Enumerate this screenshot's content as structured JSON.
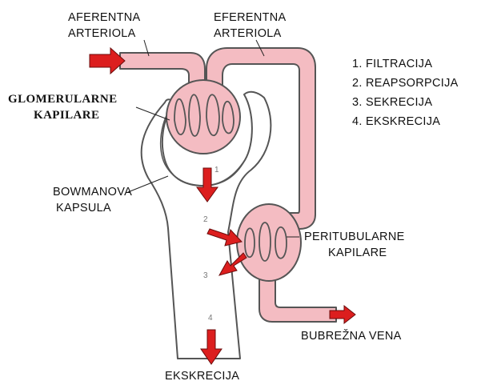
{
  "labels": {
    "afferent_line1": "AFERENTNA",
    "afferent_line2": "ARTERIOLA",
    "efferent_line1": "EFERENTNA",
    "efferent_line2": "ARTERIOLA",
    "glomerular_line1": "GLOMERULARNE",
    "glomerular_line2": "KAPILARE",
    "bowman_line1": "BOWMANOVA",
    "bowman_line2": "KAPSULA",
    "peritubular_line1": "PERITUBULARNE",
    "peritubular_line2": "KAPILARE",
    "renal_vein": "BUBREŽNA VENA",
    "excretion": "EKSKRECIJA"
  },
  "legend": [
    "1. FILTRACIJA",
    "2. REAPSORPCIJA",
    "3. SEKRECIJA",
    "4. EKSKRECIJA"
  ],
  "process_markers": [
    "1",
    "2",
    "3",
    "4"
  ],
  "colors": {
    "vessel_fill": "#f4bcc2",
    "outline": "#555555",
    "arrow": "#dc1e1e"
  }
}
